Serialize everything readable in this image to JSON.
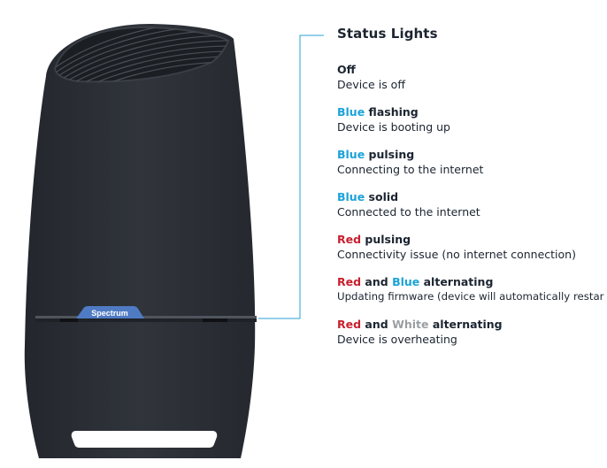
{
  "legend": {
    "title": "Status Lights",
    "entries": [
      {
        "label": [
          {
            "text": "Off",
            "color": "#1b2430"
          }
        ],
        "description": "Device is off"
      },
      {
        "label": [
          {
            "text": "Blue",
            "color": "#1ba3d8"
          },
          {
            "text": " flashing",
            "color": "#1b2430"
          }
        ],
        "description": "Device is booting up"
      },
      {
        "label": [
          {
            "text": "Blue",
            "color": "#1ba3d8"
          },
          {
            "text": " pulsing",
            "color": "#1b2430"
          }
        ],
        "description": "Connecting to the internet"
      },
      {
        "label": [
          {
            "text": "Blue",
            "color": "#1ba3d8"
          },
          {
            "text": " solid",
            "color": "#1b2430"
          }
        ],
        "description": "Connected to the internet"
      },
      {
        "label": [
          {
            "text": "Red",
            "color": "#c8202f"
          },
          {
            "text": " pulsing",
            "color": "#1b2430"
          }
        ],
        "description": "Connectivity issue (no internet connection)"
      },
      {
        "label": [
          {
            "text": "Red",
            "color": "#c8202f"
          },
          {
            "text": " and ",
            "color": "#1b2430"
          },
          {
            "text": "Blue",
            "color": "#1ba3d8"
          },
          {
            "text": " alternating",
            "color": "#1b2430"
          }
        ],
        "description": "Updating firmware (device will automatically restar"
      },
      {
        "label": [
          {
            "text": "Red",
            "color": "#c8202f"
          },
          {
            "text": " and ",
            "color": "#1b2430"
          },
          {
            "text": "White",
            "color": "#9a9ea3"
          },
          {
            "text": " alternating",
            "color": "#1b2430"
          }
        ],
        "description": "Device is overheating"
      }
    ]
  },
  "device": {
    "brand_label": "Spectrum",
    "body_color": "#2b2f36",
    "badge_color": "#4f7bc4",
    "leader_line_color": "#2aa0d4"
  }
}
